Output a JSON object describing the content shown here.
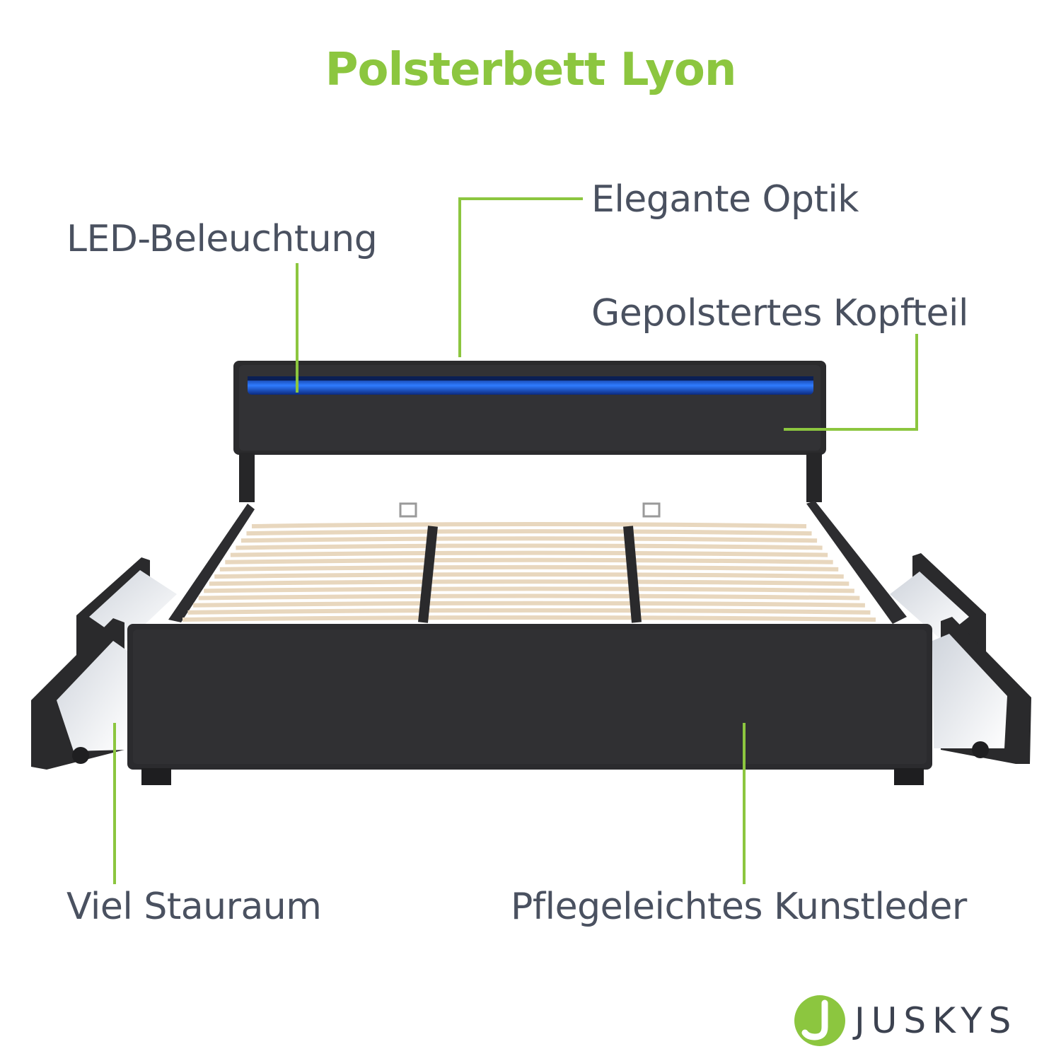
{
  "title": "Polsterbett Lyon",
  "labels": {
    "elegante_optik": "Elegante Optik",
    "led_beleuchtung": "LED-Beleuchtung",
    "gepolstertes_kopfteil": "Gepolstertes Kopfteil",
    "viel_stauraum": "Viel Stauraum",
    "kunstleder": "Pflegeleichtes Kunstleder"
  },
  "brand": {
    "name": "JUSKYS"
  },
  "colors": {
    "accent_green": "#8cc63f",
    "label_text": "#4a5160",
    "bed_black": "#2a2a2c",
    "led_blue": "#1f6bff",
    "slat_wood": "#e8d7be"
  },
  "icons": {
    "logo": "juskys-logo-icon"
  }
}
